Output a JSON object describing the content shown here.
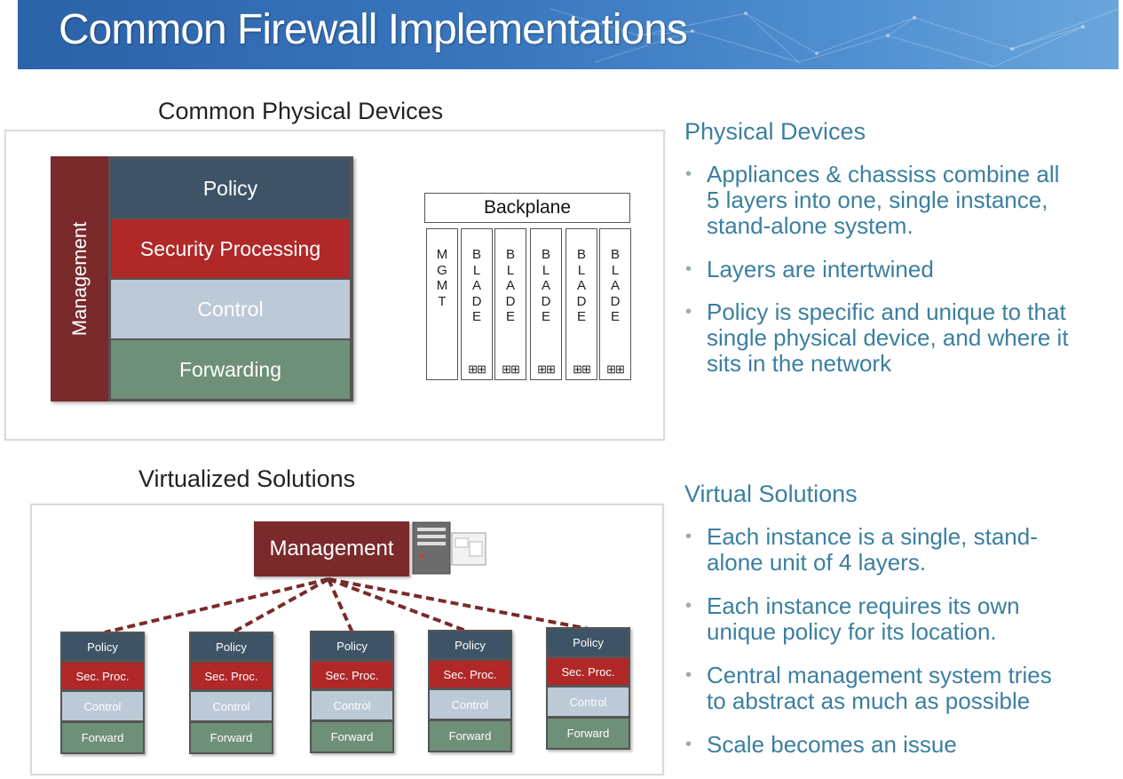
{
  "title": "Common Firewall Implementations",
  "physical": {
    "heading": "Common Physical Devices",
    "management_label": "Management",
    "layers": [
      "Policy",
      "Security Processing",
      "Control",
      "Forwarding"
    ],
    "backplane_label": "Backplane",
    "slots": [
      {
        "text": "M\nG\nM\nT",
        "ports": ""
      },
      {
        "text": "B\nL\nA\nD\nE",
        "ports": "⊞⊞"
      },
      {
        "text": "B\nL\nA\nD\nE",
        "ports": "⊞⊞"
      },
      {
        "text": "B\nL\nA\nD\nE",
        "ports": "⊞⊞"
      },
      {
        "text": "B\nL\nA\nD\nE",
        "ports": "⊞⊞"
      },
      {
        "text": "B\nL\nA\nD\nE",
        "ports": "⊞⊞"
      }
    ]
  },
  "physical_text": {
    "heading": "Physical Devices",
    "bullets": [
      "Appliances & chassiss combine all\n5 layers into one, single instance,\nstand-alone system.",
      "Layers are intertwined",
      "Policy is specific and unique to that\nsingle physical device, and where it\nsits in the network"
    ]
  },
  "virtual": {
    "heading": "Virtualized Solutions",
    "management_label": "Management",
    "instances": [
      [
        "Policy",
        "Sec. Proc.",
        "Control",
        "Forward"
      ],
      [
        "Policy",
        "Sec. Proc.",
        "Control",
        "Forward"
      ],
      [
        "Policy",
        "Sec. Proc.",
        "Control",
        "Forward"
      ],
      [
        "Policy",
        "Sec. Proc.",
        "Control",
        "Forward"
      ],
      [
        "Policy",
        "Sec. Proc.",
        "Control",
        "Forward"
      ]
    ]
  },
  "virtual_text": {
    "heading": "Virtual Solutions",
    "bullets": [
      "Each instance is a single, stand-\nalone unit of 4 layers.",
      "Each instance requires its own\nunique policy for its location.",
      "Central management system tries\nto abstract as much as possible",
      "Scale becomes an issue"
    ]
  },
  "colors": {
    "policy": "#3e5466",
    "security": "#b02828",
    "control": "#bcc9d6",
    "forwarding": "#6e8f78",
    "management": "#7a2a2a",
    "text_accent": "#3b7fa0"
  }
}
